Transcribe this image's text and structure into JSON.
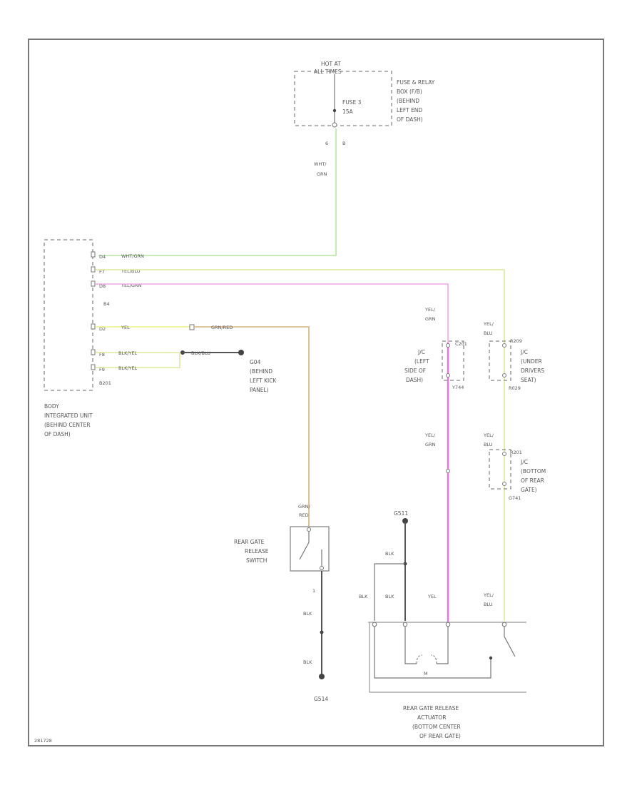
{
  "components": {
    "hot_at_label": [
      "HOT AT",
      "ALL TIMES"
    ],
    "fuse_relay_box": [
      "FUSE & RELAY",
      "BOX (F/B)",
      "(BEHIND",
      "LEFT END",
      "OF DASH)"
    ],
    "fuse": [
      "FUSE 3",
      "15A"
    ],
    "fuse_pins": [
      "6",
      "B"
    ],
    "body_unit": [
      "BODY",
      "INTEGRATED UNIT",
      "(BEHIND CENTER",
      "OF DASH)"
    ],
    "body_unit_connector": "B201",
    "body_unit_mid_label": "B4",
    "ground_1": [
      "G04",
      "(BEHIND",
      "LEFT KICK",
      "PANEL)"
    ],
    "jc_left": [
      "J/C",
      "(LEFT",
      "SIDE OF",
      "DASH)"
    ],
    "jc_left_pins": [
      "C201",
      "Y744"
    ],
    "jc_under": [
      "J/C",
      "(UNDER",
      "DRIVERS",
      "SEAT)"
    ],
    "jc_under_pins": [
      "R209",
      "R029"
    ],
    "jc_bottom": [
      "J/C",
      "(BOTTOM",
      "OF REAR",
      "GATE)"
    ],
    "jc_bottom_pins": [
      "R201",
      "G741"
    ],
    "switch": [
      "REAR GATE",
      "RELEASE",
      "SWITCH"
    ],
    "ground_2": "G514",
    "ground_3": "G511",
    "actuator": [
      "REAR GATE RELEASE",
      "ACTUATOR",
      "(BOTTOM CENTER",
      "OF REAR GATE)"
    ],
    "motor_label": "M",
    "footer_code": "281728"
  },
  "wires": {
    "grn_1": [
      "WHT/",
      "GRN"
    ],
    "grn_label": "WHT/GRN",
    "yel_blu_label": "YEL/BLU",
    "yel_grn_label": "YEL/GRN",
    "pin_labels": [
      "D4",
      "F7",
      "D8",
      "D2",
      "F8",
      "F9"
    ],
    "yel_label": "YEL",
    "grn_red_label": "GRN/RED",
    "blk_yel_1": "BLK/YEL",
    "blk_yel_2": "BLK/YEL",
    "blk_blu_label": "BLK/BLU",
    "yel_grn_v": [
      "YEL/",
      "GRN"
    ],
    "yel_grn_v2": [
      "YEL/",
      "GRN"
    ],
    "yel_blu_v": [
      "YEL/",
      "BLU"
    ],
    "yel_blu_v2": [
      "YEL/",
      "BLU"
    ],
    "yel_blu_v3": [
      "YEL/",
      "BLU"
    ],
    "grn_red_v": [
      "GRN/",
      "RED"
    ],
    "blk": "BLK",
    "blk_2": "BLK",
    "blk_3": "BLK",
    "blk_4": "BLK",
    "blk_5": "BLK",
    "yel_v": "YEL",
    "switch_pin": "1"
  },
  "colors": {
    "green_wire": "#b9e6a2",
    "yellow_green_wire": "#dfe89a",
    "yellow_wire": "#f0f08a",
    "pink_wire": "#f2a6e8",
    "magenta_wire": "#ef6fe6",
    "orange_wire": "#d7b27c"
  }
}
